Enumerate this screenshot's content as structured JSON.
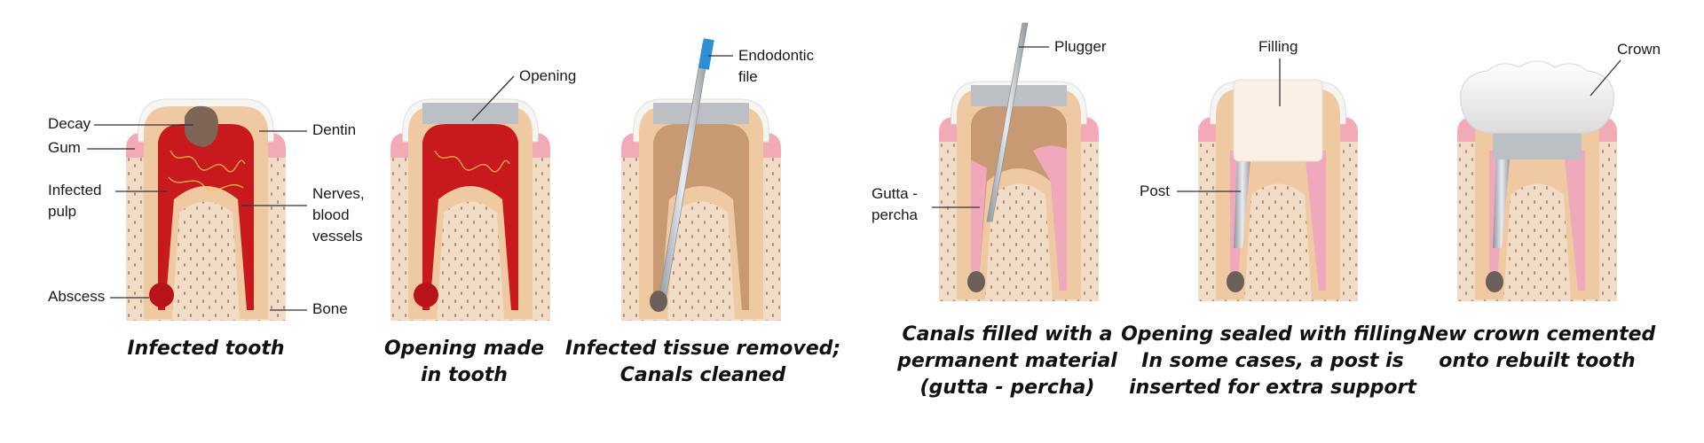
{
  "palette": {
    "bone": "#f1dcc7",
    "bone_dots": "#b58f6e",
    "gum": "#f2aab7",
    "dentin": "#efc9a1",
    "dentin_dark": "#e0b085",
    "enamel": "#f5f5f2",
    "pulp_infected": "#c8191e",
    "cleaned_canal": "#c89a73",
    "gutta_percha": "#f0a8bc",
    "metal": "#bcc0c4",
    "filling": "#fbf0e6",
    "crown": "#f4f4f4",
    "abscess": "#b71318"
  },
  "panels": [
    {
      "caption": [
        "Infected tooth"
      ],
      "labels": {
        "decay": "Decay",
        "gum": "Gum",
        "infected_pulp": [
          "Infected",
          "pulp"
        ],
        "abscess": "Abscess",
        "dentin": "Dentin",
        "nerves": [
          "Nerves,",
          "blood",
          "vessels"
        ],
        "bone": "Bone"
      }
    },
    {
      "caption": [
        "Opening made",
        "in tooth"
      ],
      "labels": {
        "opening": "Opening"
      }
    },
    {
      "caption": [
        "Infected tissue removed;",
        "Canals cleaned"
      ],
      "labels": {
        "file": [
          "Endodontic",
          "file"
        ]
      }
    },
    {
      "caption": [
        "Canals filled with a",
        "permanent material",
        "(gutta - percha)"
      ],
      "labels": {
        "plugger": "Plugger",
        "gutta": [
          "Gutta -",
          "percha"
        ]
      }
    },
    {
      "caption": [
        "Opening sealed with filling.",
        "In some cases, a post is",
        "inserted for extra support"
      ],
      "labels": {
        "filling": "Filling",
        "post": "Post"
      }
    },
    {
      "caption": [
        "New crown cemented",
        "onto rebuilt tooth"
      ],
      "labels": {
        "crown": "Crown"
      }
    }
  ]
}
